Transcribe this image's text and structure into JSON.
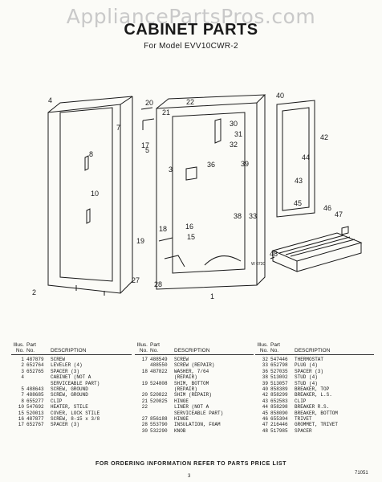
{
  "watermark": "AppliancePartsPros.com",
  "title": "CABINET PARTS",
  "subtitle": "For Model EVV10CWR-2",
  "callouts": [
    "1",
    "2",
    "3",
    "4",
    "5",
    "7",
    "8",
    "10",
    "15",
    "16",
    "17",
    "18",
    "19",
    "20",
    "21",
    "22",
    "27",
    "28",
    "30",
    "31",
    "32",
    "33",
    "36",
    "38",
    "39",
    "40",
    "42",
    "43",
    "44",
    "45",
    "46",
    "47",
    "48"
  ],
  "diagram_code": "W 0730",
  "table_header": {
    "illus": "Illus.",
    "part": "Part",
    "no": "No.",
    "no2": "No.",
    "description": "DESCRIPTION"
  },
  "columns": [
    [
      {
        "no": "1",
        "part": "487879",
        "desc": "SCREW"
      },
      {
        "no": "2",
        "part": "652764",
        "desc": "LEVELER (4)"
      },
      {
        "no": "3",
        "part": "652765",
        "desc": "SPACER (3)"
      },
      {
        "no": "4",
        "part": "",
        "desc": "CABINET (NOT A"
      },
      {
        "no": "",
        "part": "",
        "desc": "SERVICEABLE PART)"
      },
      {
        "no": "5",
        "part": "488643",
        "desc": "SCREW, GROUND"
      },
      {
        "no": "7",
        "part": "488685",
        "desc": "SCREW, GROUND"
      },
      {
        "no": "8",
        "part": "655277",
        "desc": "CLIP"
      },
      {
        "no": "10",
        "part": "547692",
        "desc": "HEATER, STILE"
      },
      {
        "no": "15",
        "part": "520013",
        "desc": "COVER, LOCK STILE"
      },
      {
        "no": "16",
        "part": "487877",
        "desc": "SCREW, 8-15 x 3/8"
      },
      {
        "no": "17",
        "part": "652767",
        "desc": "SPACER (3)"
      }
    ],
    [
      {
        "no": "17",
        "part": "488549",
        "desc": "SCREW"
      },
      {
        "no": "",
        "part": "488550",
        "desc": "SCREW (REPAIR)"
      },
      {
        "no": "18",
        "part": "487822",
        "desc": "WASHER, 7/64"
      },
      {
        "no": "",
        "part": "",
        "desc": "(REPAIR)"
      },
      {
        "no": "19",
        "part": "524808",
        "desc": "SHIM, BOTTOM"
      },
      {
        "no": "",
        "part": "",
        "desc": "(REPAIR)"
      },
      {
        "no": "20",
        "part": "520822",
        "desc": "SHIM (REPAIR)"
      },
      {
        "no": "21",
        "part": "520825",
        "desc": "HINGE"
      },
      {
        "no": "22",
        "part": "",
        "desc": "LINER (NOT A"
      },
      {
        "no": "",
        "part": "",
        "desc": "SERVICEABLE PART)"
      },
      {
        "no": "27",
        "part": "856188",
        "desc": "HINGE"
      },
      {
        "no": "28",
        "part": "553790",
        "desc": "INSULATION, FOAM"
      },
      {
        "no": "30",
        "part": "532290",
        "desc": "KNOB"
      }
    ],
    [
      {
        "no": "32",
        "part": "547446",
        "desc": "THERMOSTAT"
      },
      {
        "no": "33",
        "part": "652798",
        "desc": "PLUG (4)"
      },
      {
        "no": "36",
        "part": "527035",
        "desc": "SPACER (3)"
      },
      {
        "no": "38",
        "part": "513002",
        "desc": "STUD (4)"
      },
      {
        "no": "39",
        "part": "513057",
        "desc": "STUD (4)"
      },
      {
        "no": "40",
        "part": "858389",
        "desc": "BREAKER, TOP"
      },
      {
        "no": "42",
        "part": "858299",
        "desc": "BREAKER, L.S."
      },
      {
        "no": "43",
        "part": "652583",
        "desc": "CLIP"
      },
      {
        "no": "44",
        "part": "858298",
        "desc": "BREAKER R.S."
      },
      {
        "no": "45",
        "part": "858090",
        "desc": "BREAKER, BOTTOM"
      },
      {
        "no": "46",
        "part": "655304",
        "desc": "TRIVET"
      },
      {
        "no": "47",
        "part": "216446",
        "desc": "GROMMET, TRIVET"
      },
      {
        "no": "48",
        "part": "517985",
        "desc": "SPACER"
      }
    ]
  ],
  "footer": "FOR ORDERING INFORMATION REFER TO PARTS PRICE LIST",
  "page_number": "3",
  "doc_code": "71051"
}
